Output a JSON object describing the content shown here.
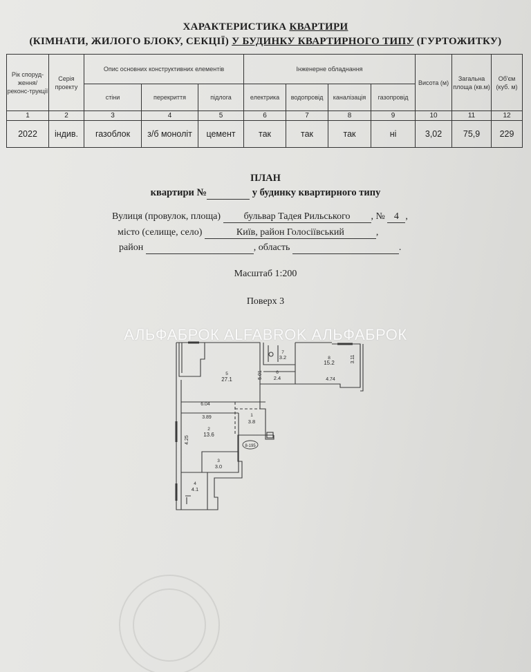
{
  "header": {
    "line1_prefix": "ХАРАКТЕРИСТИКА ",
    "line1_underlined": "КВАРТИРИ",
    "line2_part1": "(КІМНАТИ, ЖИЛОГО БЛОКУ, СЕКЦІЇ) ",
    "line2_underlined1": "У БУДИНКУ КВАРТИРНОГО ТИПУ",
    "line2_part2": " (ГУРТОЖИТКУ)"
  },
  "table": {
    "headers": {
      "year": "Рік споруд-ження/ реконс-трукції",
      "series": "Серія проекту",
      "structures_group": "Опис основних конструктивних елементів",
      "walls": "стіни",
      "floors": "перекриття",
      "flooring": "підлога",
      "engineering_group": "Інженерне обладнання",
      "electric": "електрика",
      "water": "водопровід",
      "sewer": "каналізація",
      "gas": "газопровід",
      "height": "Висота (м)",
      "total_area": "Загальна площа (кв.м)",
      "volume": "Об'єм (куб. м)"
    },
    "column_numbers": [
      "1",
      "2",
      "3",
      "4",
      "5",
      "6",
      "7",
      "8",
      "9",
      "10",
      "11",
      "12"
    ],
    "values": [
      "2022",
      "індив.",
      "газоблок",
      "з/б моноліт",
      "цемент",
      "так",
      "так",
      "так",
      "ні",
      "3,02",
      "75,9",
      "229"
    ]
  },
  "plan": {
    "title": "ПЛАН",
    "subtitle_prefix": "квартири №",
    "subtitle_suffix": "у будинку квартирного типу",
    "street_label": "Вулиця (провулок, площа)",
    "street_value": "бульвар Тадея Рильського",
    "number_label": ", №",
    "number_value": "4",
    "city_label": "місто (селище, село)",
    "city_value": "Київ, район Голосіївський",
    "district_label": "район",
    "region_label": ", область",
    "scale": "Масштаб 1:200",
    "floor": "Поверх 3"
  },
  "watermark": "АЛЬФАБРОК  ALFABROK  АЛЬФАБРОК",
  "floorplan": {
    "rooms": [
      {
        "num": "1",
        "area": "3.8"
      },
      {
        "num": "2",
        "area": "13.6"
      },
      {
        "num": "3",
        "area": "3.0"
      },
      {
        "num": "4",
        "area": "4.1"
      },
      {
        "num": "5",
        "area": "27.1"
      },
      {
        "num": "6",
        "area": "2.4"
      },
      {
        "num": "7",
        "area": "3.2"
      },
      {
        "num": "8",
        "area": "15.2"
      }
    ],
    "dimensions": [
      "6.04",
      "3.89",
      "4.25",
      "5.01",
      "4.74",
      "3.11"
    ],
    "apartment_tag": "8-195"
  }
}
